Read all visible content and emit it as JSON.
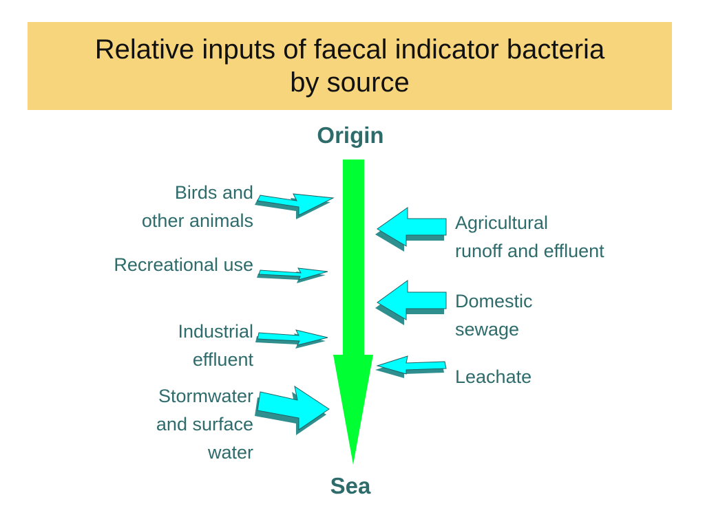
{
  "title": {
    "line1": "Relative inputs of faecal indicator bacteria",
    "line2": "by source"
  },
  "flow": {
    "start_label": "Origin",
    "end_label": "Sea"
  },
  "sources_left": [
    {
      "line1": "Birds and",
      "line2": "other animals"
    },
    {
      "line1": "Recreational use"
    },
    {
      "line1": "Industrial",
      "line2": "effluent"
    },
    {
      "line1": "Stormwater",
      "line2": "and surface",
      "line3": "water"
    }
  ],
  "sources_right": [
    {
      "line1": "Agricultural",
      "line2": "runoff and effluent"
    },
    {
      "line1": "Domestic",
      "line2": "sewage"
    },
    {
      "line1": "Leachate"
    }
  ],
  "colors": {
    "title_background": "#f6d57d",
    "flow_arrow": "#00ff33",
    "input_arrow_fill": "#00ffff",
    "input_arrow_shadow": "#2f8f8f",
    "label_text": "#2e6b6b"
  }
}
